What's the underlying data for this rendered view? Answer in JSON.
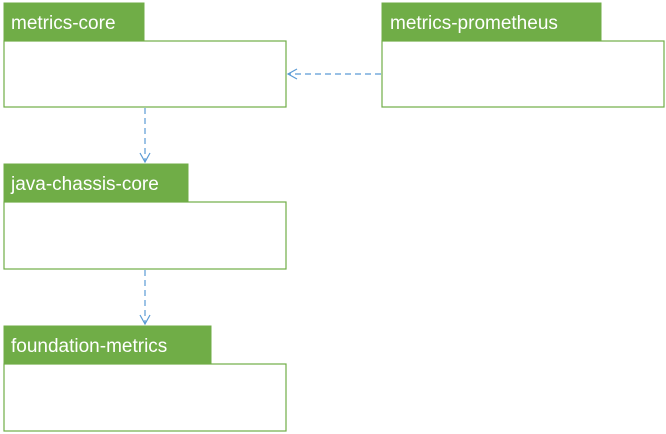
{
  "diagram": {
    "modules": {
      "metrics_core": {
        "name": "metrics-core"
      },
      "metrics_prometheus": {
        "name": "metrics-prometheus"
      },
      "java_chassis_core": {
        "name": "java-chassis-core"
      },
      "foundation_metrics": {
        "name": "foundation-metrics"
      }
    },
    "dependencies": [
      {
        "from": "metrics-prometheus",
        "to": "metrics-core"
      },
      {
        "from": "metrics-core",
        "to": "java-chassis-core"
      },
      {
        "from": "java-chassis-core",
        "to": "foundation-metrics"
      }
    ]
  },
  "colors": {
    "tab_fill": "#70ad47",
    "tab_text": "#ffffff",
    "box_border": "#70ad47",
    "box_fill": "#ffffff",
    "arrow": "#5b9bd5"
  }
}
